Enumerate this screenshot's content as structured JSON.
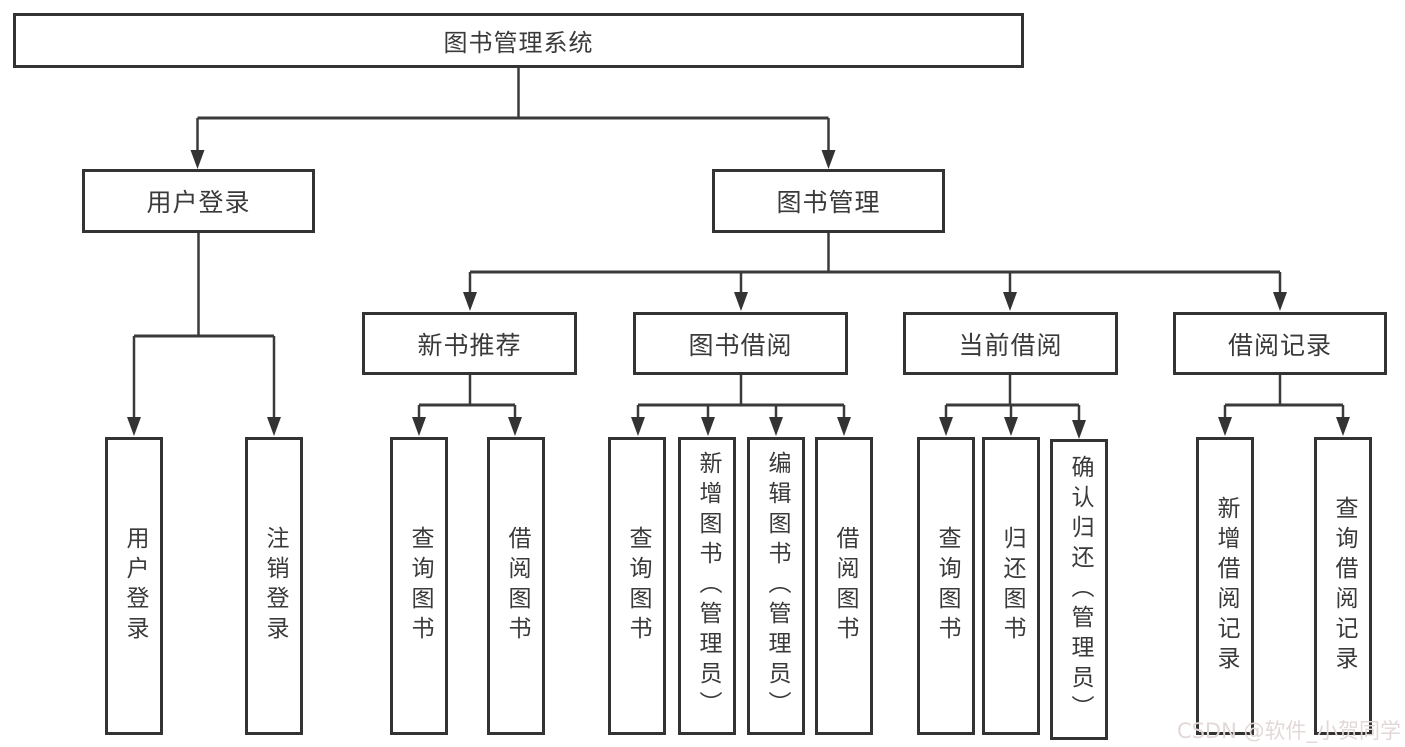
{
  "nodes": {
    "root": "图书管理系统",
    "user_login": {
      "label": "用户登录",
      "children": [
        "用户登录",
        "注销登录"
      ]
    },
    "book_mgmt": {
      "label": "图书管理",
      "children": [
        {
          "label": "新书推荐",
          "children": [
            "查询图书",
            "借阅图书"
          ]
        },
        {
          "label": "图书借阅",
          "children": [
            "查询图书",
            "新增图书（管理员）",
            "编辑图书（管理员）",
            "借阅图书"
          ]
        },
        {
          "label": "当前借阅",
          "children": [
            "查询图书",
            "归还图书",
            "确认归还（管理员）"
          ]
        },
        {
          "label": "借阅记录",
          "children": [
            "新增借阅记录",
            "查询借阅记录"
          ]
        }
      ]
    }
  },
  "watermark": {
    "text": "CSDN @软件_小贺同学"
  },
  "colors": {
    "line": "#3a3a3a",
    "box_border": "#333333",
    "text": "#3a3a3a",
    "watermark_text": "#e3d8d8",
    "background": "#ffffff"
  }
}
